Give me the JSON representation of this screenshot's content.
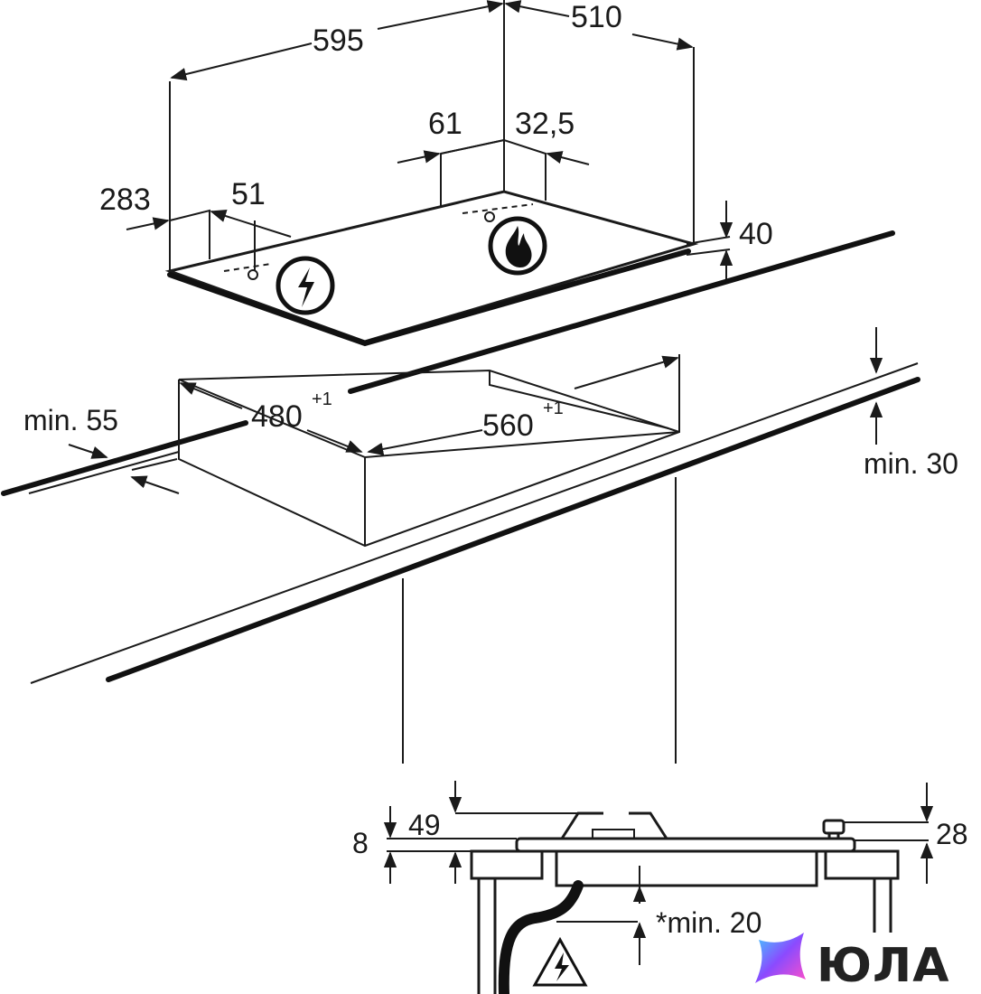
{
  "dimensions": {
    "width_total": "595",
    "depth_total": "510",
    "knob_offset_right": "61",
    "knob_offset_right_small": "32,5",
    "left_offset": "283",
    "left_knob": "51",
    "hob_height": "40",
    "cutout_depth": "480",
    "cutout_depth_tol": "+1",
    "cutout_width": "560",
    "cutout_width_tol": "+1",
    "min_front": "min. 55",
    "min_worktop": "min. 30",
    "section_8": "8",
    "section_49": "49",
    "section_28": "28",
    "section_min20": "*min. 20"
  },
  "logo": {
    "text": "ЮЛА"
  },
  "icons": [
    "electric-bolt-icon",
    "gas-flame-icon",
    "warning-electric-icon"
  ],
  "colors": {
    "line": "#1a1a1a",
    "logo_grad_start": "#3fd0ff",
    "logo_grad_mid": "#8a4bff",
    "logo_grad_end": "#ff4fc8"
  }
}
